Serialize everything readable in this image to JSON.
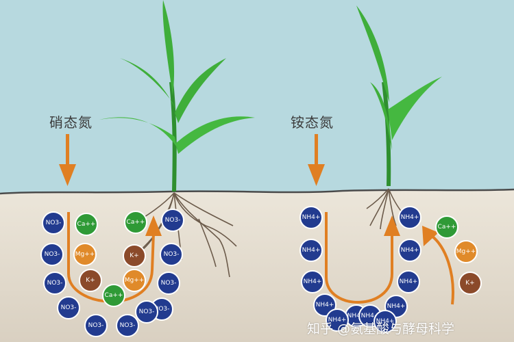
{
  "left_panel": {
    "label": "硝态氮",
    "ions": [
      {
        "text": "NO3-",
        "kind": "nitrate"
      },
      {
        "text": "NO3-",
        "kind": "nitrate"
      },
      {
        "text": "NO3-",
        "kind": "nitrate"
      },
      {
        "text": "NO3-",
        "kind": "nitrate"
      },
      {
        "text": "NO3-",
        "kind": "nitrate"
      },
      {
        "text": "NO3-",
        "kind": "nitrate"
      },
      {
        "text": "NO3-",
        "kind": "nitrate"
      },
      {
        "text": "NO3-",
        "kind": "nitrate"
      },
      {
        "text": "NO3-",
        "kind": "nitrate"
      },
      {
        "text": "NO3-",
        "kind": "nitrate"
      },
      {
        "text": "NO3-",
        "kind": "nitrate"
      },
      {
        "text": "Ca++",
        "kind": "calcium"
      },
      {
        "text": "Mg++",
        "kind": "magnesium"
      },
      {
        "text": "K+",
        "kind": "potassium"
      },
      {
        "text": "Ca++",
        "kind": "calcium"
      },
      {
        "text": "Ca++",
        "kind": "calcium"
      },
      {
        "text": "K+",
        "kind": "potassium"
      },
      {
        "text": "Mg++",
        "kind": "magnesium"
      }
    ]
  },
  "right_panel": {
    "label": "铵态氮",
    "ions": [
      {
        "text": "NH4+",
        "kind": "ammonium"
      },
      {
        "text": "NH4+",
        "kind": "ammonium"
      },
      {
        "text": "NH4+",
        "kind": "ammonium"
      },
      {
        "text": "NH4+",
        "kind": "ammonium"
      },
      {
        "text": "NH4+",
        "kind": "ammonium"
      },
      {
        "text": "NH4+",
        "kind": "ammonium"
      },
      {
        "text": "NH4+",
        "kind": "ammonium"
      },
      {
        "text": "NH4+",
        "kind": "ammonium"
      },
      {
        "text": "NH4+",
        "kind": "ammonium"
      },
      {
        "text": "NH4+",
        "kind": "ammonium"
      },
      {
        "text": "NH4+",
        "kind": "ammonium"
      },
      {
        "text": "NH4+",
        "kind": "ammonium"
      },
      {
        "text": "Ca++",
        "kind": "calcium"
      },
      {
        "text": "Mg++",
        "kind": "magnesium"
      },
      {
        "text": "K+",
        "kind": "potassium"
      }
    ]
  },
  "watermark": "知乎 @氨基酸与酵母科学",
  "colors": {
    "sky": "#b7d9df",
    "soil": "#e7e0d3",
    "nitrate": "#223b8f",
    "ammonium": "#223b8f",
    "calcium": "#2f9a36",
    "magnesium": "#e08a2a",
    "potassium": "#8b4a2a",
    "arrow": "#e07f22",
    "leaf": "#3fae3a",
    "root": "#6b5a4a"
  }
}
